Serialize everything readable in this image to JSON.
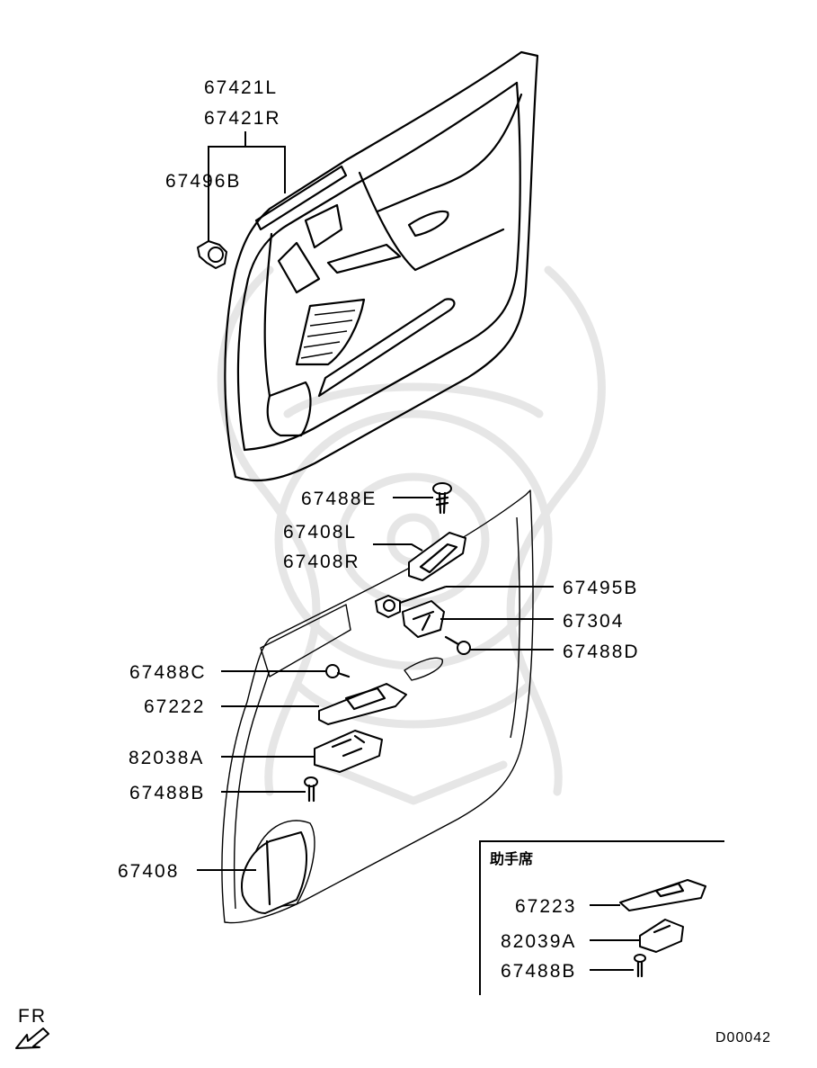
{
  "labels": {
    "p67421L": "67421L",
    "p67421R": "67421R",
    "p67496B": "67496B",
    "p67488E": "67488E",
    "p67408L": "67408L",
    "p67408R": "67408R",
    "p67495B": "67495B",
    "p67304": "67304",
    "p67488D": "67488D",
    "p67488C": "67488C",
    "p67222": "67222",
    "p82038A": "82038A",
    "p67488B": "67488B",
    "p67408": "67408",
    "p67223": "67223",
    "p82039A": "82039A",
    "p67488B_passenger": "67488B"
  },
  "inset": {
    "title": "助手席"
  },
  "direction": {
    "text": "FR"
  },
  "diagram_code": "D00042",
  "colors": {
    "line": "#000000",
    "watermark": "#e6e6e6",
    "background": "#ffffff"
  }
}
